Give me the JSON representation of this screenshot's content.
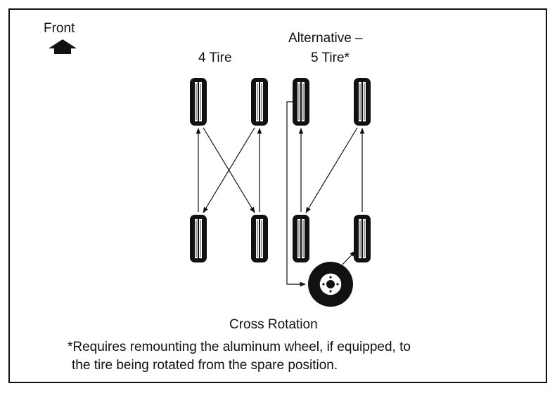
{
  "labels": {
    "front": "Front",
    "four_tire": "4 Tire",
    "alternative_line1": "Alternative –",
    "alternative_line2": "5 Tire*"
  },
  "caption": {
    "title": "Cross Rotation",
    "footnote_line1": "*Requires remounting the aluminum wheel, if equipped, to",
    "footnote_line2": "the tire being rotated from the spare position."
  },
  "colors": {
    "ink": "#111111",
    "paper": "#ffffff"
  }
}
